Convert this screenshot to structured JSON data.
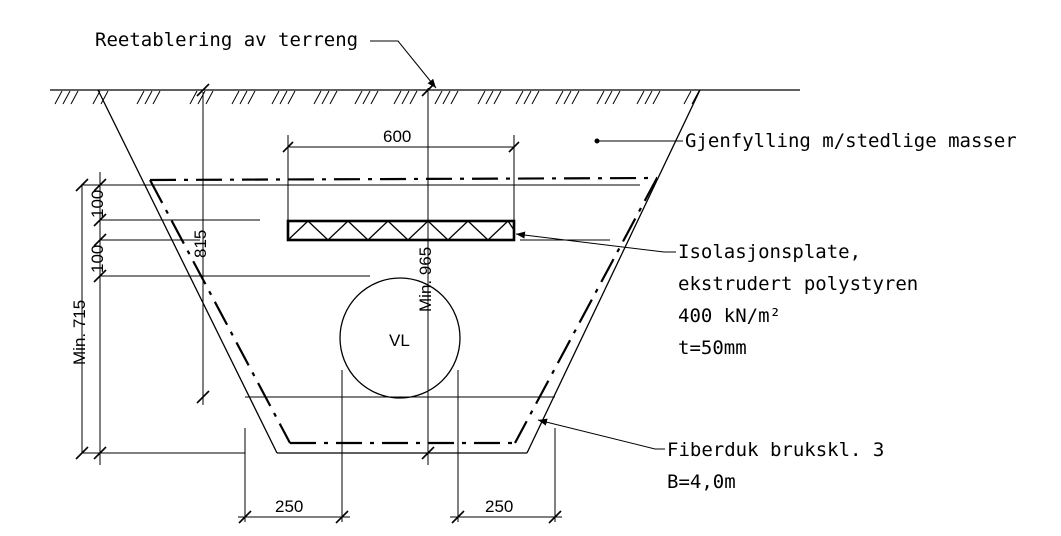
{
  "labels": {
    "reestablishment": "Reetablering av terreng",
    "backfill": "Gjenfylling m/stedlige masser",
    "insulation": [
      "Isolasjonsplate,",
      "ekstrudert polystyren",
      "400 kN/m²",
      "t=50mm"
    ],
    "fabric": [
      "Fiberduk brukskl. 3",
      "B=4,0m"
    ],
    "pipe": "VL"
  },
  "dimensions": {
    "top_width": "600",
    "layer_top": "100",
    "layer_bottom": "100",
    "depth_815": "815",
    "depth_min_965": "Min. 965",
    "depth_min_715": "Min. 715",
    "bottom_left": "250",
    "bottom_right": "250"
  },
  "colors": {
    "ink": "#000000",
    "background": "#ffffff"
  }
}
